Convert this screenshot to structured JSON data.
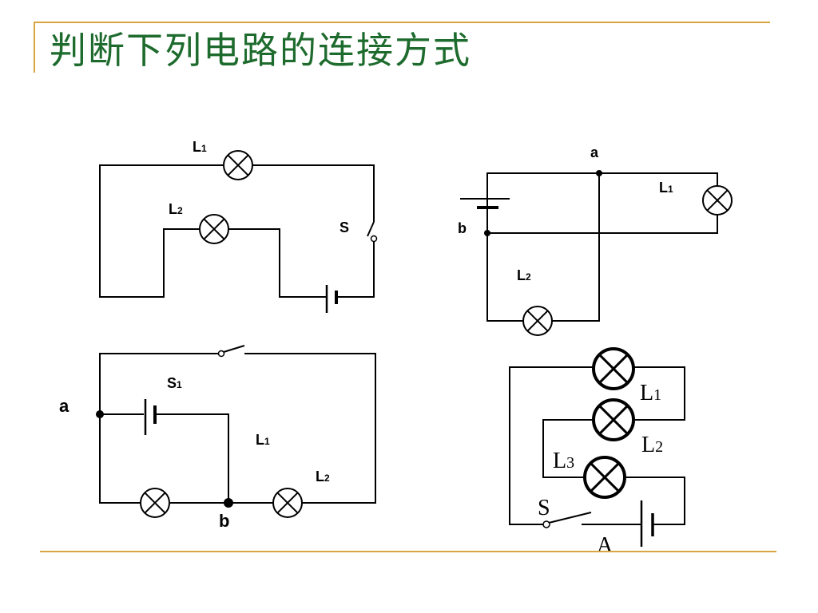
{
  "slide": {
    "title": "判断下列电路的连接方式",
    "accent_color": "#d9a441",
    "title_color": "#1e6b2e"
  },
  "circuits": {
    "c1": {
      "lamp1": {
        "main": "L",
        "sub": "1"
      },
      "lamp2": {
        "main": "L",
        "sub": "2"
      },
      "switch": "S"
    },
    "c2": {
      "node_a": "a",
      "node_b": "b",
      "lamp1": {
        "main": "L",
        "sub": "1"
      },
      "lamp2": {
        "main": "L",
        "sub": "2"
      }
    },
    "c3": {
      "node_a": "a",
      "node_b": "b",
      "switch": {
        "main": "S",
        "sub": "1"
      },
      "lamp1": {
        "main": "L",
        "sub": "1"
      },
      "lamp2": {
        "main": "L",
        "sub": "2"
      }
    },
    "c4": {
      "lamp1": {
        "main": "L",
        "sub": "1"
      },
      "lamp2": {
        "main": "L",
        "sub": "2"
      },
      "lamp3": {
        "main": "L",
        "sub": "3"
      },
      "switch": "S",
      "ammeter": "A"
    }
  }
}
